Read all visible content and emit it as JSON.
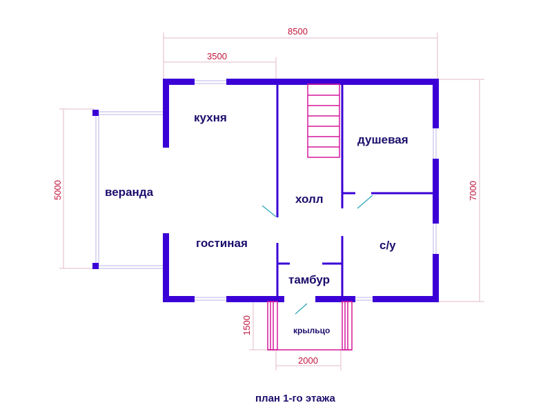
{
  "rooms": {
    "kitchen": "кухня",
    "veranda": "веранда",
    "living": "гостиная",
    "hall": "холл",
    "shower": "душевая",
    "bathroom": "с/у",
    "vestibule": "тамбур",
    "porch": "крыльцо"
  },
  "dimensions": {
    "total_width": "8500",
    "kitchen_width": "3500",
    "veranda_depth": "5000",
    "house_depth": "7000",
    "porch_depth": "1500",
    "porch_width": "2000"
  },
  "caption": "план 1-го этажа",
  "colors": {
    "wall": "#3a00d6",
    "stair": "#d4169c",
    "dimension": "#c0143c",
    "label": "#1a0d6b"
  }
}
